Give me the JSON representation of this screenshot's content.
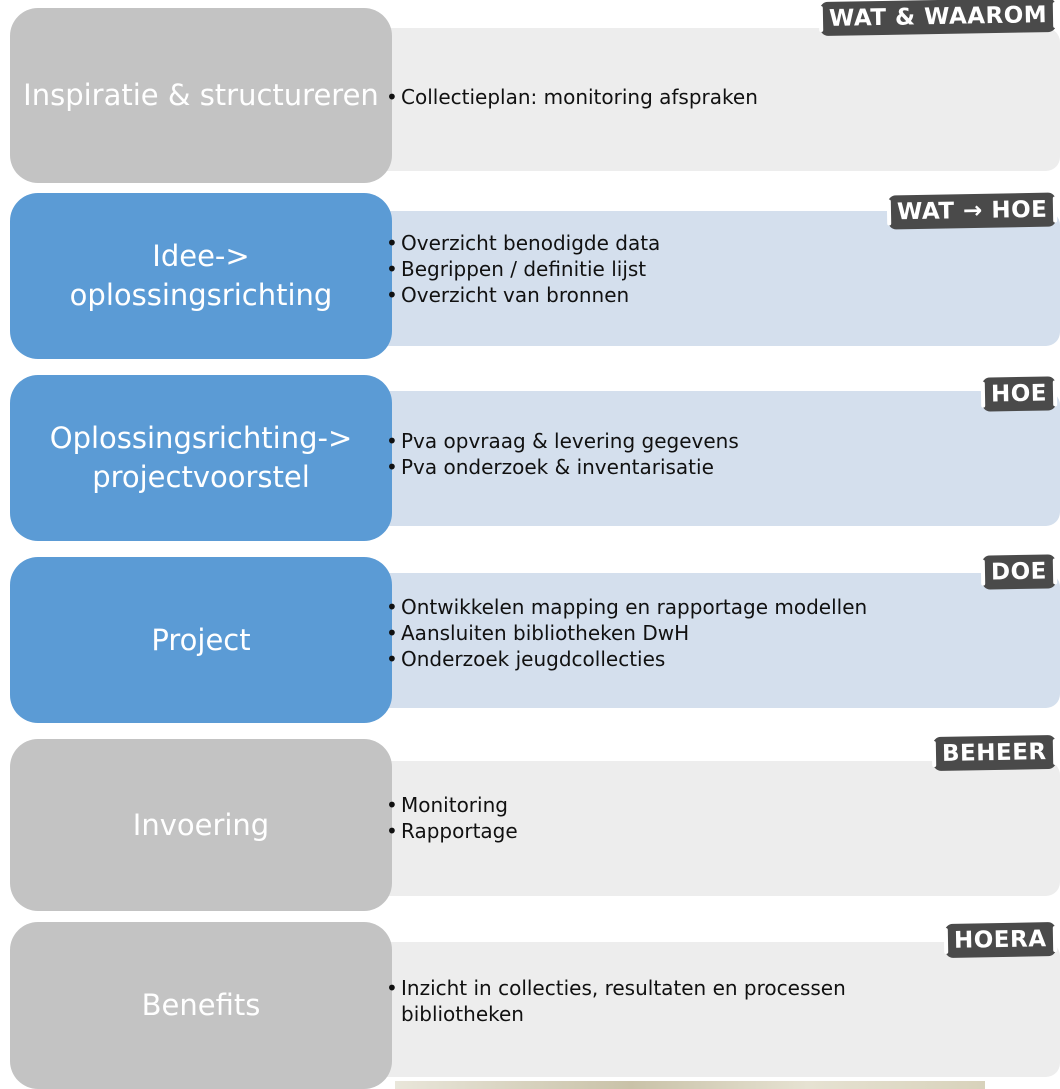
{
  "stages": [
    {
      "title": "Inspiratie & structureren",
      "tag": "WAT & WAAROM",
      "bullets": [
        "Collectieplan: monitoring afspraken"
      ]
    },
    {
      "title": "Idee-> oplossingsrichting",
      "tag": "WAT → HOE",
      "bullets": [
        "Overzicht benodigde data",
        "Begrippen / definitie lijst",
        "Overzicht van bronnen"
      ]
    },
    {
      "title": "Oplossingsrichting-> projectvoorstel",
      "tag": "HOE",
      "bullets": [
        "Pva opvraag & levering gegevens",
        "Pva onderzoek & inventarisatie"
      ]
    },
    {
      "title": "Project",
      "tag": "DOE",
      "bullets": [
        "Ontwikkelen mapping en rapportage modellen",
        "Aansluiten bibliotheken DwH",
        "Onderzoek jeugdcollecties"
      ]
    },
    {
      "title": "Invoering",
      "tag": "BEHEER",
      "bullets": [
        "Monitoring",
        "Rapportage"
      ]
    },
    {
      "title": "Benefits",
      "tag": "HOERA",
      "bullets": [
        "Inzicht in collecties, resultaten en processen bibliotheken"
      ]
    }
  ],
  "colors": {
    "phase_grey": "#c3c3c3",
    "phase_blue": "#5b9bd5",
    "detail_grey": "#ededed",
    "detail_blue": "#d4dfed",
    "tag_bg": "#4a4a4a"
  }
}
